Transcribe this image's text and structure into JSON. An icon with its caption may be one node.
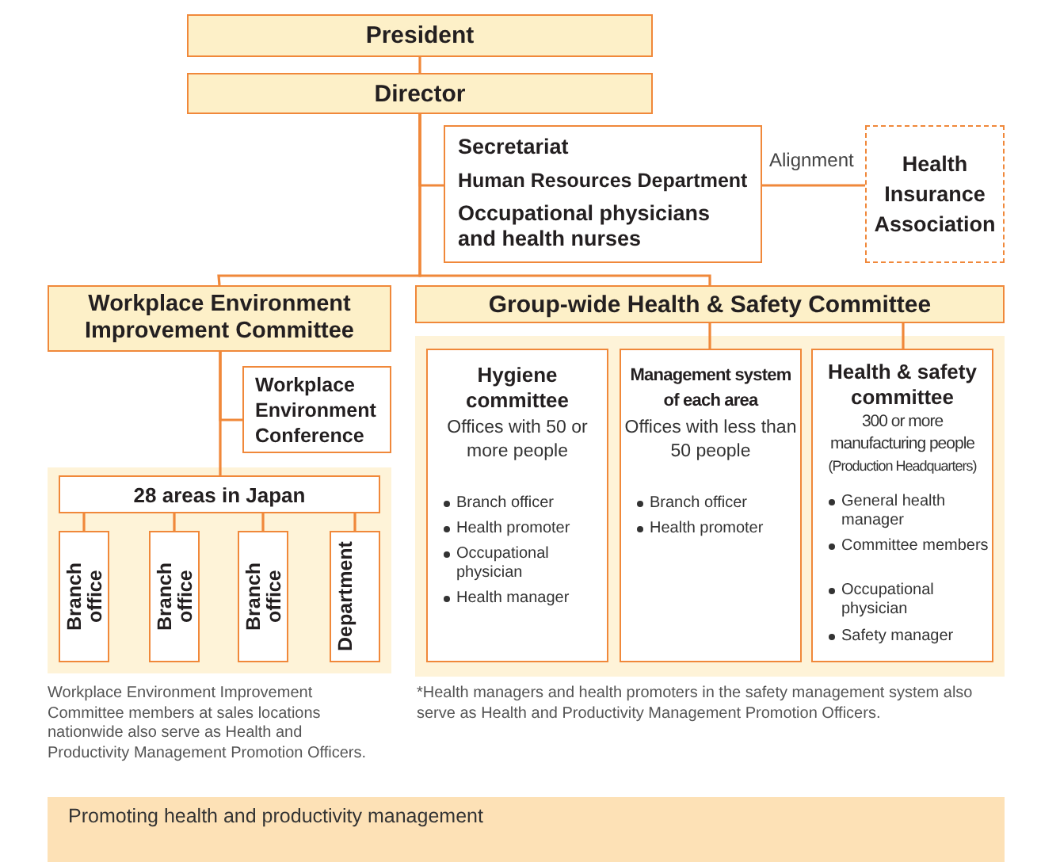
{
  "diagram": {
    "nodes": [
      {
        "text": [
          "President"
        ]
      },
      {
        "text": [
          "Director"
        ]
      },
      {
        "text": [
          "Secretariat",
          "Human Resources Department",
          "Occupational physicians and health nurses"
        ]
      },
      {
        "text": [
          "Health Insurance Association"
        ]
      },
      {
        "text": [
          "Workplace Environment Improvement Committee"
        ]
      },
      {
        "text": [
          "Group-wide Health & Safety Committee"
        ]
      },
      {
        "text": [
          "Workplace Environment Conference"
        ]
      },
      {
        "text": [],
        "shape": "box"
      },
      {
        "text": [
          "28 areas in Japan"
        ],
        "in": 7
      },
      {
        "text": [
          "Branch office"
        ],
        "in": 7
      },
      {
        "text": [
          "Branch office"
        ],
        "in": 7
      },
      {
        "text": [
          "Branch office"
        ],
        "in": 7
      },
      {
        "text": [
          "Department"
        ],
        "in": 7
      },
      {
        "text": [],
        "shape": "box"
      },
      {
        "text": [
          "Hygiene committee",
          "Offices with 50 or more people",
          "Branch officer",
          "Health promoter",
          "Occupational physician",
          "Health manager"
        ],
        "in": 13
      },
      {
        "text": [
          "Management system of each area",
          "Offices with less than 50 people",
          "Branch officer",
          "Health promoter"
        ],
        "in": 13
      },
      {
        "text": [
          "Health & safety committee",
          "300 or more manufacturing people",
          "(Production Headquarters)",
          "General health manager",
          "Committee members",
          "Occupational physician",
          "Safety manager"
        ],
        "in": 13
      },
      {
        "text": [
          "Promoting health and productivity management"
        ]
      }
    ],
    "edges": [
      {
        "from": 0,
        "to": 1,
        "arrow": "none"
      },
      {
        "from": 1,
        "to": 2,
        "arrow": "none"
      },
      {
        "from": 1,
        "to": 4,
        "arrow": "none"
      },
      {
        "from": 1,
        "to": 5,
        "arrow": "none"
      },
      {
        "from": 2,
        "to": 3,
        "arrow": "none",
        "label": "Alignment"
      },
      {
        "from": 4,
        "to": 6,
        "arrow": "none"
      },
      {
        "from": 4,
        "to": 8,
        "arrow": "none"
      },
      {
        "from": 8,
        "to": 9,
        "arrow": "none"
      },
      {
        "from": 8,
        "to": 10,
        "arrow": "none"
      },
      {
        "from": 8,
        "to": 11,
        "arrow": "none"
      },
      {
        "from": 8,
        "to": 12,
        "arrow": "none"
      },
      {
        "from": 5,
        "to": 15,
        "arrow": "none"
      },
      {
        "from": 5,
        "to": 16,
        "arrow": "none"
      }
    ],
    "labels": [
      "Workplace Environment Improvement Committee members at sales locations nationwide also serve as Health and Productivity Management Promotion Officers.",
      "*Health managers and health promoters in the safety management system also serve as Health and Productivity Management Promotion Officers."
    ]
  }
}
